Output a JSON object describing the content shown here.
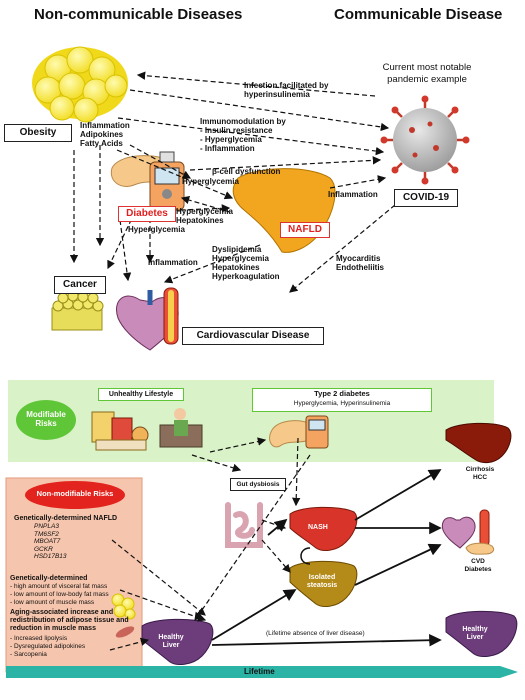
{
  "top": {
    "title_left": "Non-communicable Diseases",
    "title_right": "Communicable Disease",
    "pandemic_note": "Current most notable pandemic example",
    "obesity": "Obesity",
    "covid": "COVID-19",
    "diabetes": "Diabetes",
    "nafld": "NAFLD",
    "cancer": "Cancer",
    "cvd": "Cardiovascular Disease",
    "infection_label": "Infection facilitated by hyperinsulinemia",
    "obesity_factors": [
      "Inflammation",
      "Adipokines",
      "Fatty Acids"
    ],
    "immunomod_title": "Immunomodulation by",
    "immunomod_items": [
      "Insulin resistance",
      "Hyperglycemia",
      "Inflammation"
    ],
    "beta_cell": "β-cell dysfunction",
    "hyperglycemia_1": "Hyperglycemia",
    "hyperglycemia_hepatokines": [
      "Hyperglycemia",
      "Hepatokines"
    ],
    "hyperglycemia_2": "Hyperglycemia",
    "inflammation_1": "Inflammation",
    "inflammation_2": "Inflammation",
    "nafld_cvd": [
      "Dyslipidemia",
      "Hyperglycemia",
      "Hepatokines",
      "Hyperkoagulation"
    ],
    "covid_cvd": [
      "Myocarditis",
      "Endotheliitis"
    ]
  },
  "bottom": {
    "unhealthy_lifestyle": "Unhealthy Lifestyle",
    "modifiable_risks": "Modifiable Risks",
    "t2d_title": "Type 2 diabetes",
    "t2d_sub": "Hyperglycemia, Hyperinsulinemia",
    "nonmod_title": "Non-modifiable Risks",
    "genetic_nafld_title": "Genetically-determined NAFLD",
    "genes": [
      "PNPLA3",
      "TM6SF2",
      "MBOAT7",
      "GCKR",
      "HSD17B13"
    ],
    "genetic_title": "Genetically-determined",
    "genetic_items": [
      "high amount of visceral fat mass",
      "low amount of low-body fat mass",
      "low amount of muscle mass"
    ],
    "aging_title": "Aging-associated increase and redistribution of adipose tissue and reduction in muscle mass",
    "aging_items": [
      "Increased lipolysis",
      "Dysregulated adipokines",
      "Sarcopenia"
    ],
    "gut": "Gut dysbiosis",
    "nash": "NASH",
    "steatosis": "Isolated steatosis",
    "healthy_liver_left": "Healthy Liver",
    "healthy_liver_right": "Healthy Liver",
    "lifetime_absence": "(Lifetime absence of liver disease)",
    "cirrhosis": [
      "Cirrhosis",
      "HCC"
    ],
    "cvd_diabetes": [
      "CVD",
      "Diabetes"
    ],
    "lifetime": "Lifetime"
  },
  "colors": {
    "green_panel": "#d9f2c8",
    "green_oval": "#5fc637",
    "red_oval": "#e3231d",
    "salmon_panel": "#f6c5ad",
    "liver_orange": "#f2a620",
    "liver_red": "#d8342a",
    "liver_purple": "#6d3c7b",
    "liver_olive": "#b48a18",
    "arrow_teal": "#2bb3a6"
  }
}
